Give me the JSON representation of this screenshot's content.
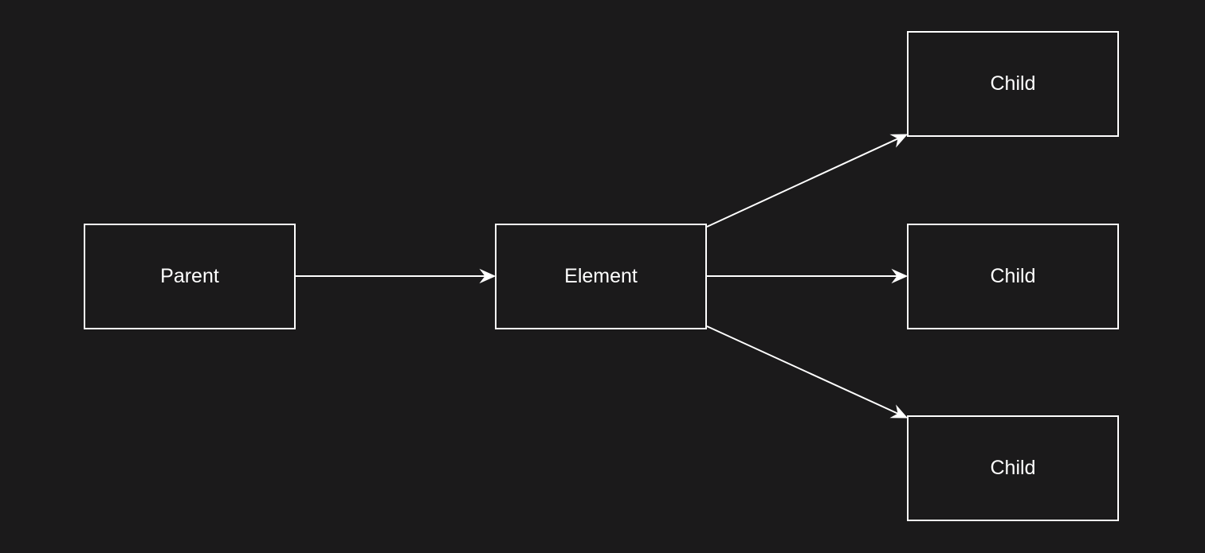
{
  "colors": {
    "background": "#1b1a1b",
    "stroke": "#ffffff",
    "text": "#ffffff"
  },
  "nodes": {
    "parent": {
      "label": "Parent"
    },
    "element": {
      "label": "Element"
    },
    "children": [
      {
        "label": "Child"
      },
      {
        "label": "Child"
      },
      {
        "label": "Child"
      }
    ]
  },
  "edges": [
    {
      "from": "Parent",
      "to": "Element"
    },
    {
      "from": "Element",
      "to": "Child (top)"
    },
    {
      "from": "Element",
      "to": "Child (middle)"
    },
    {
      "from": "Element",
      "to": "Child (bottom)"
    }
  ]
}
